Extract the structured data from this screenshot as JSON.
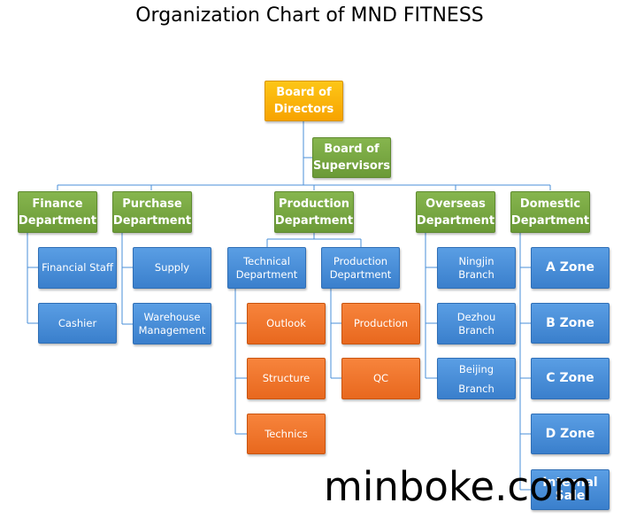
{
  "title": "Organization Chart of MND FITNESS",
  "watermark": "minboke.com",
  "colors": {
    "executive": "#f9b000",
    "department": "#77a843",
    "unit": "#4a8fd8",
    "team": "#ef7629",
    "connector": "#4a8fd8"
  },
  "nodes": {
    "board_of_directors": "Board of\nDirectors",
    "board_of_supervisors": "Board of\nSupervisors",
    "finance_department": "Finance\nDepartment",
    "purchase_department": "Purchase\nDepartment",
    "production_department": "Production\nDepartment",
    "overseas_department": "Overseas\nDepartment",
    "domestic_department": "Domestic\nDepartment",
    "financial_staff": "Financial Staff",
    "cashier": "Cashier",
    "supply": "Supply",
    "warehouse_management": "Warehouse\nManagement",
    "technical_department": "Technical\nDepartment",
    "production_sub_department": "Production\nDepartment",
    "outlook": "Outlook",
    "structure": "Structure",
    "technics": "Technics",
    "production": "Production",
    "qc": "QC",
    "ningjin_branch": "Ningjin Branch",
    "dezhou_branch": "Dezhou Branch",
    "beijing_branch": "Beijing\nBranch",
    "a_zone": "A Zone",
    "b_zone": "B Zone",
    "c_zone": "C Zone",
    "d_zone": "D Zone",
    "internal_sale": "Internal Sale"
  }
}
